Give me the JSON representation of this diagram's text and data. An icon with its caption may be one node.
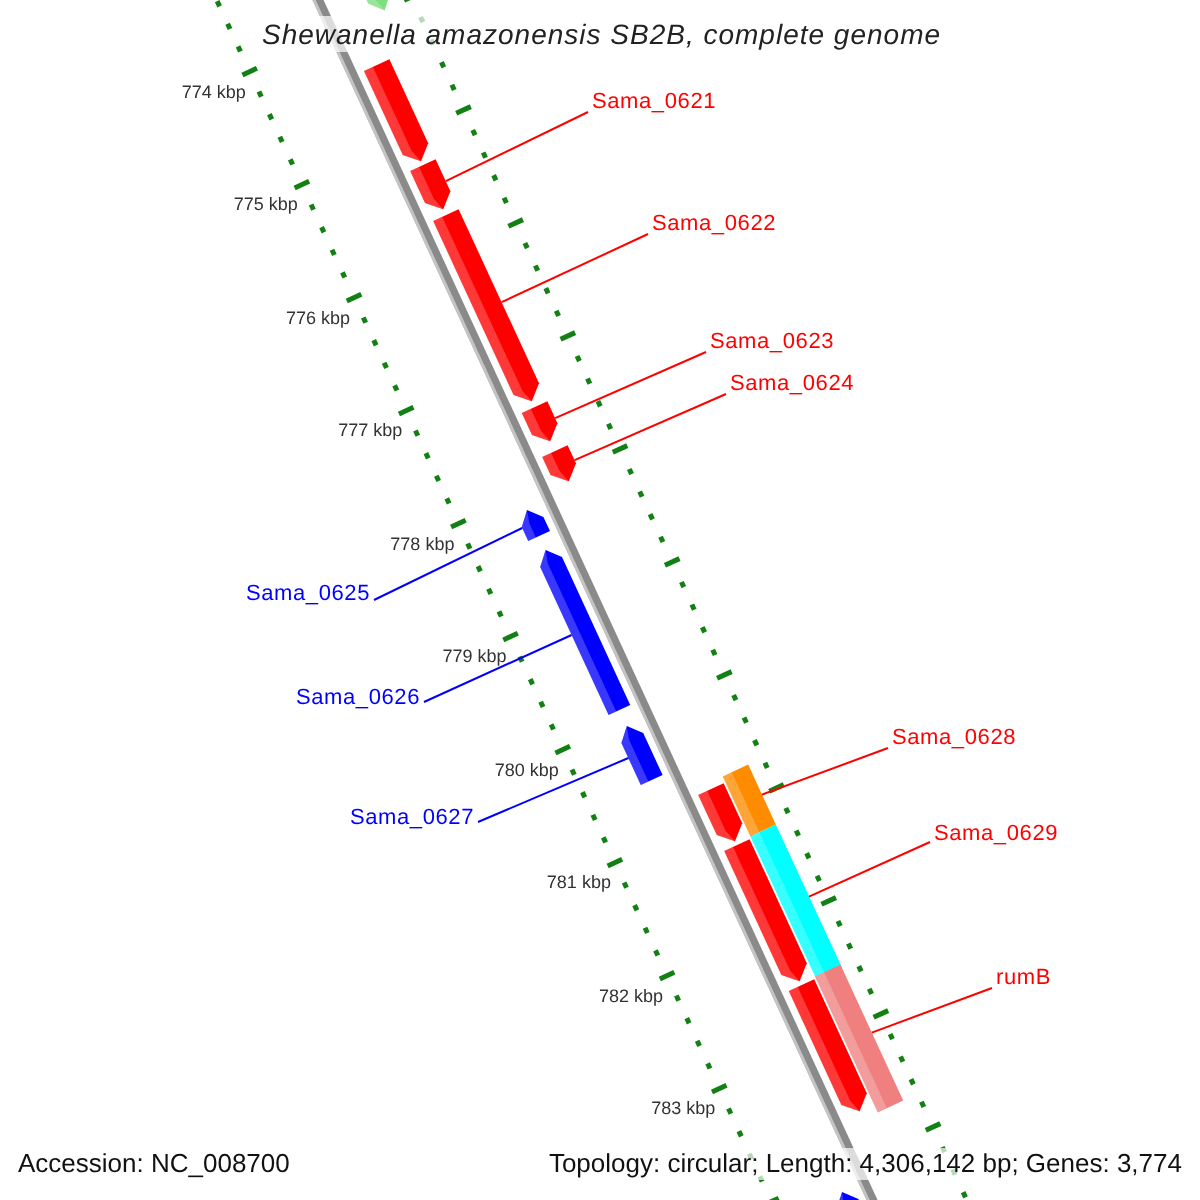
{
  "diagram": {
    "title": "Shewanella amazonensis SB2B, complete genome",
    "nodes": [
      {
        "text": [
          "Sama_0621"
        ]
      },
      {
        "text": [
          "Sama_0622"
        ]
      },
      {
        "text": [
          "Sama_0623"
        ]
      },
      {
        "text": [
          "Sama_0624"
        ]
      },
      {
        "text": [
          "Sama_0625"
        ]
      },
      {
        "text": [
          "Sama_0626"
        ]
      },
      {
        "text": [
          "Sama_0627"
        ]
      },
      {
        "text": [
          "Sama_0628"
        ]
      },
      {
        "text": [
          "Sama_0629"
        ]
      },
      {
        "text": [
          "rumB"
        ]
      },
      {
        "text": [],
        "shape": "pentagon"
      },
      {
        "text": [],
        "shape": "pentagon"
      },
      {
        "text": [],
        "shape": "pentagon"
      },
      {
        "text": [],
        "shape": "pentagon"
      },
      {
        "text": [],
        "shape": "pentagon"
      },
      {
        "text": [],
        "shape": "pentagon"
      },
      {
        "text": [],
        "shape": "pentagon"
      },
      {
        "text": [],
        "shape": "pentagon"
      },
      {
        "text": [],
        "shape": "pentagon"
      },
      {
        "text": [],
        "shape": "bar"
      },
      {
        "text": [],
        "shape": "pentagon"
      },
      {
        "text": [],
        "shape": "bar"
      },
      {
        "text": [],
        "shape": "pentagon"
      },
      {
        "text": [],
        "shape": "bar"
      },
      {
        "text": [],
        "shape": "pentagon"
      },
      {
        "text": [],
        "shape": "pentagon"
      }
    ],
    "edges": [
      {
        "from": 0,
        "to": 12,
        "arrow": "none"
      },
      {
        "from": 1,
        "to": 13,
        "arrow": "none"
      },
      {
        "from": 2,
        "to": 14,
        "arrow": "none"
      },
      {
        "from": 3,
        "to": 15,
        "arrow": "none"
      },
      {
        "from": 4,
        "to": 16,
        "arrow": "none",
        "color": "#0000ff"
      },
      {
        "from": 5,
        "to": 17,
        "arrow": "none",
        "color": "#0000ff"
      },
      {
        "from": 6,
        "to": 18,
        "arrow": "none",
        "color": "#0000ff"
      },
      {
        "from": 7,
        "to": 19,
        "arrow": "none"
      },
      {
        "from": 8,
        "to": 21,
        "arrow": "none"
      },
      {
        "from": 9,
        "to": 23,
        "arrow": "none"
      }
    ],
    "labels": [
      "774 kbp",
      "775 kbp",
      "776 kbp",
      "777 kbp",
      "778 kbp",
      "779 kbp",
      "780 kbp",
      "781 kbp",
      "782 kbp",
      "783 kbp",
      "Accession: NC_008700",
      "Topology: circular; Length: 4,306,142 bp; Genes: 3,774"
    ]
  }
}
